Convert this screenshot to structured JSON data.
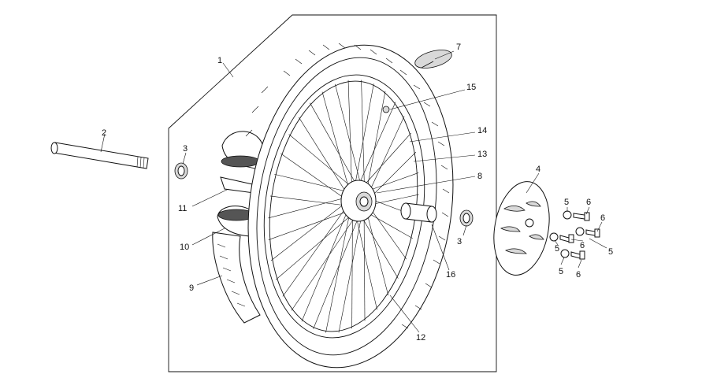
{
  "callouts": [
    {
      "id": "c1",
      "label": "1"
    },
    {
      "id": "c2",
      "label": "2"
    },
    {
      "id": "c3a",
      "label": "3"
    },
    {
      "id": "c3b",
      "label": "3"
    },
    {
      "id": "c4",
      "label": "4"
    },
    {
      "id": "c5a",
      "label": "5"
    },
    {
      "id": "c5b",
      "label": "5"
    },
    {
      "id": "c5c",
      "label": "5"
    },
    {
      "id": "c5d",
      "label": "5"
    },
    {
      "id": "c6a",
      "label": "6"
    },
    {
      "id": "c6b",
      "label": "6"
    },
    {
      "id": "c6c",
      "label": "6"
    },
    {
      "id": "c6d",
      "label": "6"
    },
    {
      "id": "c7",
      "label": "7"
    },
    {
      "id": "c8",
      "label": "8"
    },
    {
      "id": "c9",
      "label": "9"
    },
    {
      "id": "c10",
      "label": "10"
    },
    {
      "id": "c11",
      "label": "11"
    },
    {
      "id": "c12",
      "label": "12"
    },
    {
      "id": "c13",
      "label": "13"
    },
    {
      "id": "c14",
      "label": "14"
    },
    {
      "id": "c15",
      "label": "15"
    },
    {
      "id": "c16",
      "label": "16"
    }
  ],
  "colors": {
    "line": "#111111",
    "background": "#ffffff",
    "shade": "#d9d9d9"
  }
}
